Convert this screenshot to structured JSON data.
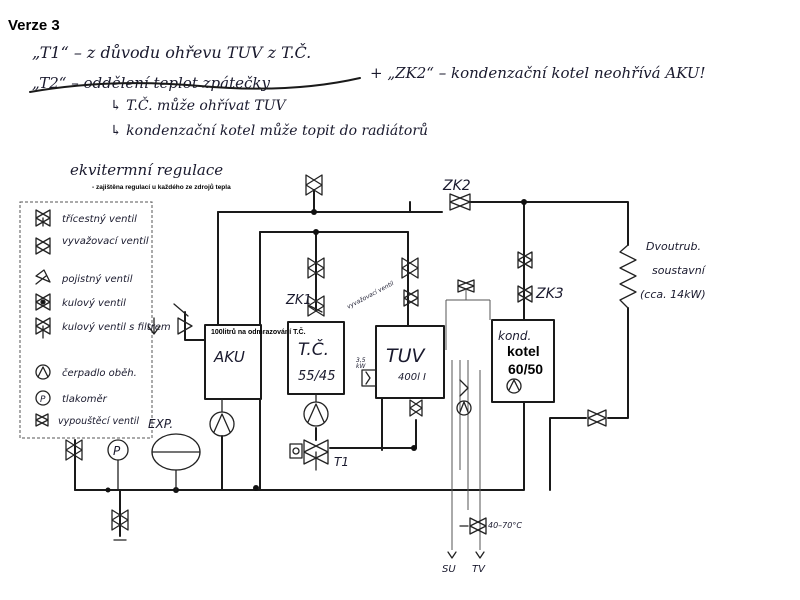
{
  "title": "Verze 3",
  "notes": {
    "line1": "„T1“ – z důvodu ohřevu TUV z T.Č.",
    "line2_struck": "„T2“ – oddělení teplot zpátečky",
    "line2_rest": "+ „ZK2“ – kondenzační kotel neohřívá AKU!",
    "line3": "↳ T.Č. může ohřívat TUV",
    "line4": "↳ kondenzační kotel může topit do radiátorů",
    "regulation": "ekvitermní regulace",
    "regulation_sub": "- zajištěna regulací u každého ze zdrojů tepla"
  },
  "legend": {
    "items": [
      {
        "icon": "three-way-valve-icon",
        "label": "třícestný ventil"
      },
      {
        "icon": "vent-valve-icon",
        "label": "vyvažovací ventil"
      },
      {
        "icon": "safety-valve-icon",
        "label": "pojistný ventil"
      },
      {
        "icon": "ball-valve-icon",
        "label": "kulový ventil"
      },
      {
        "icon": "ball-valve-filter-icon",
        "label": "kulový ventil s filtrem"
      },
      {
        "icon": "pump-icon",
        "label": "čerpadlo oběh."
      },
      {
        "icon": "manometer-icon",
        "label": "tlakoměr"
      },
      {
        "icon": "drain-valve-icon",
        "label": "vypouštěcí ventil"
      }
    ]
  },
  "components": {
    "aku_note": "100litrů na odmrazování T.Č.",
    "aku": "AKU",
    "tc_name": "T.Č.",
    "tc_temp": "55/45",
    "tuv_name": "TUV",
    "tuv_vol": "400l I",
    "kotel_hand": "kond.",
    "kotel_name": "kotel",
    "kotel_temp": "60/50",
    "zk1": "ZK1",
    "zk2": "ZK2",
    "zk3": "ZK3",
    "t1": "T1",
    "exp": "EXP.",
    "manometer": "P",
    "radiator_line1": "Dvoutrub.",
    "radiator_line2": "soustavní",
    "radiator_line3": "(cca. 14kW)",
    "vent_note": "vyvažovací ventil",
    "temp_range": "40–70°C",
    "su": "SU",
    "tv": "TV",
    "small_35": "3,5",
    "small_kw": "kW"
  }
}
